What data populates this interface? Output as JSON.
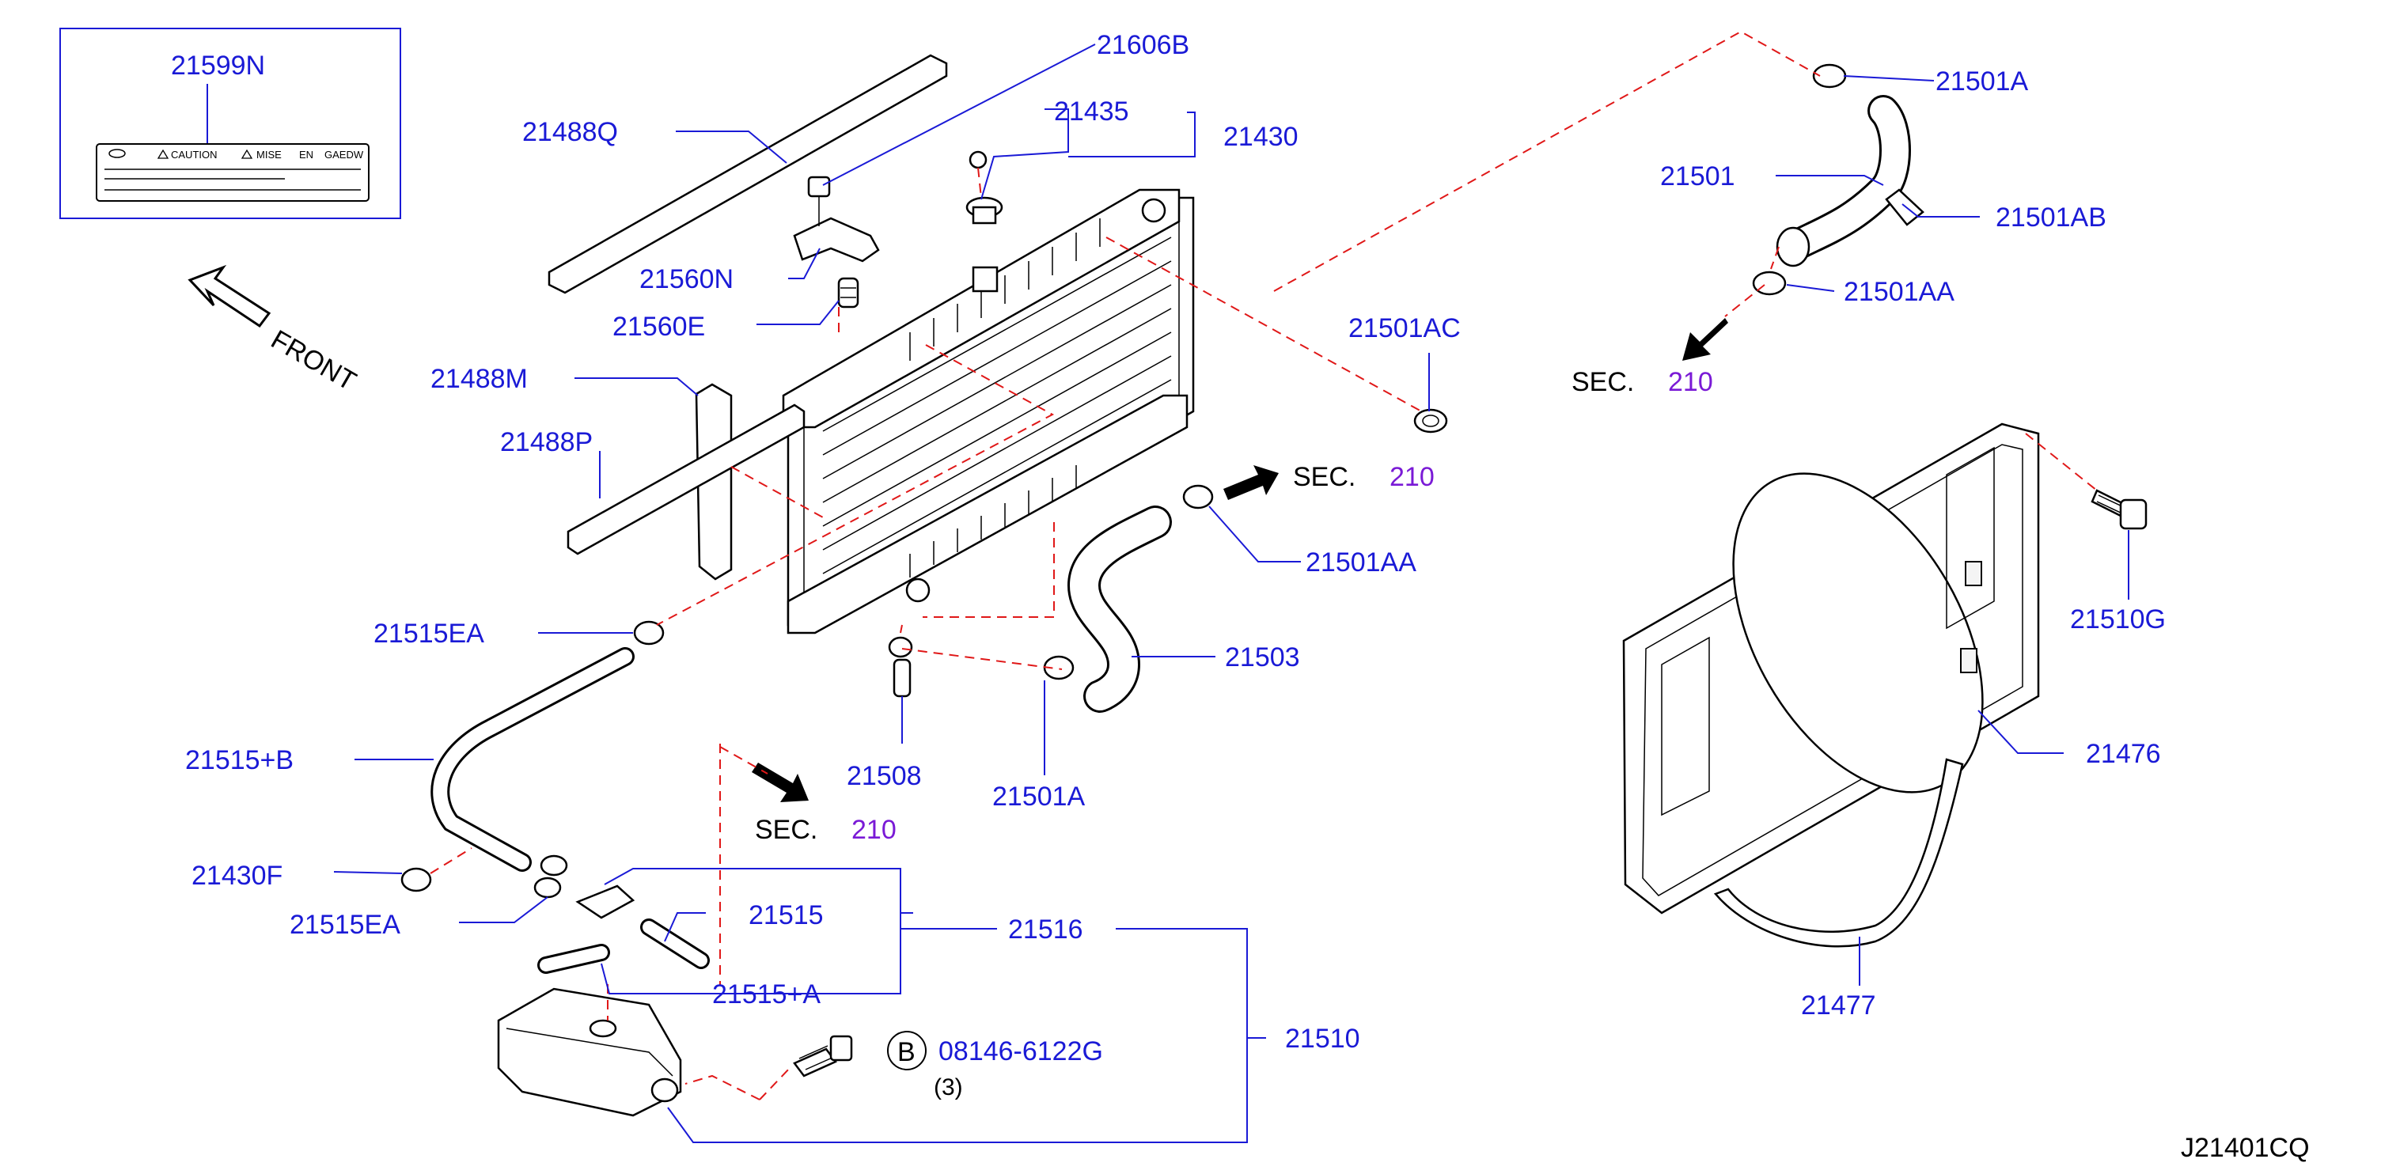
{
  "diagram_id": "J21401CQ",
  "orientation_label": "FRONT",
  "section_refs": [
    {
      "prefix": "SEC.",
      "number": "210"
    },
    {
      "prefix": "SEC.",
      "number": "210"
    },
    {
      "prefix": "SEC.",
      "number": "210"
    }
  ],
  "caution_label": {
    "part_number": "21599N",
    "words": [
      "CAUTION",
      "MISE",
      "EN",
      "GAEDW"
    ]
  },
  "part_labels": {
    "p21488Q": "21488Q",
    "p21606B": "21606B",
    "p21435": "21435",
    "p21430": "21430",
    "p21560N": "21560N",
    "p21560E": "21560E",
    "p21488M": "21488M",
    "p21488P": "21488P",
    "p21501AC": "21501AC",
    "p21501A_top": "21501A",
    "p21501": "21501",
    "p21501AB": "21501AB",
    "p21501AA_top": "21501AA",
    "p21501AA_mid": "21501AA",
    "p21515EA_top": "21515EA",
    "p21503": "21503",
    "p21508": "21508",
    "p21501A_bot": "21501A",
    "p21515B": "21515+B",
    "p21430F": "21430F",
    "p21515EA_bot": "21515EA",
    "p21515": "21515",
    "p21516": "21516",
    "p21515A": "21515+A",
    "p21510": "21510",
    "p08146": "08146-6122G",
    "bolt_qty": "(3)",
    "bolt_symbol": "B",
    "p21510G": "21510G",
    "p21476": "21476",
    "p21477": "21477"
  },
  "colors": {
    "label": "#1a1ad6",
    "section_number": "#7a1ad6",
    "dashed_leader": "#e01818",
    "line_art": "#000000"
  }
}
